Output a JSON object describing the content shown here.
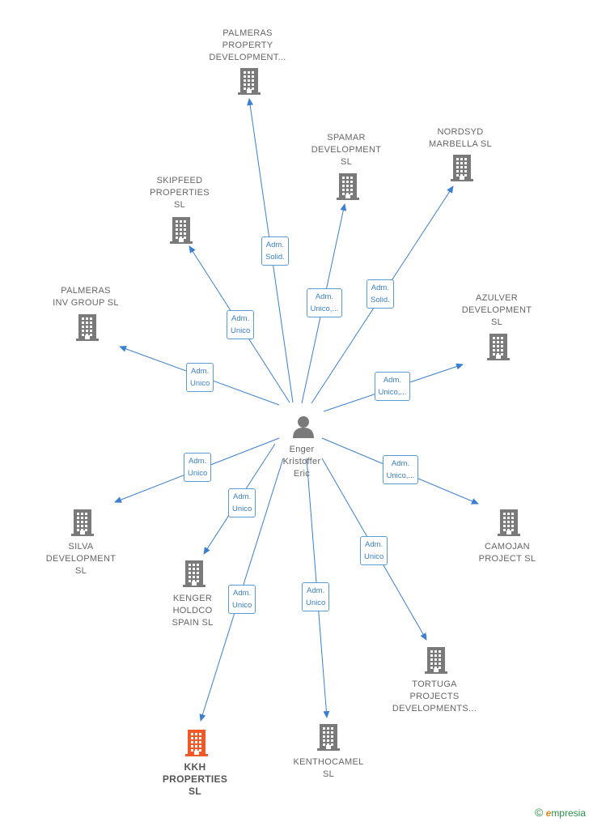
{
  "center": {
    "name_lines": [
      "Enger",
      "Kristoffer",
      "Eric"
    ]
  },
  "nodes": [
    {
      "id": "palmeras-property",
      "lines": [
        "PALMERAS",
        "PROPERTY",
        "DEVELOPMENT..."
      ]
    },
    {
      "id": "spamar",
      "lines": [
        "SPAMAR",
        "DEVELOPMENT",
        "SL"
      ]
    },
    {
      "id": "nordsyd",
      "lines": [
        "NORDSYD",
        "MARBELLA  SL"
      ]
    },
    {
      "id": "skipfeed",
      "lines": [
        "SKIPFEED",
        "PROPERTIES",
        "SL"
      ]
    },
    {
      "id": "palmeras-inv",
      "lines": [
        "PALMERAS",
        "INV GROUP  SL"
      ]
    },
    {
      "id": "azulver",
      "lines": [
        "AZULVER",
        "DEVELOPMENT",
        "SL"
      ]
    },
    {
      "id": "silva",
      "lines": [
        "SILVA",
        "DEVELOPMENT",
        "SL"
      ]
    },
    {
      "id": "camojan",
      "lines": [
        "CAMOJAN",
        "PROJECT  SL"
      ]
    },
    {
      "id": "kenger",
      "lines": [
        "KENGER",
        "HOLDCO",
        "SPAIN  SL"
      ]
    },
    {
      "id": "tortuga",
      "lines": [
        "TORTUGA",
        "PROJECTS",
        "DEVELOPMENTS..."
      ]
    },
    {
      "id": "kenthocamel",
      "lines": [
        "KENTHOCAMEL",
        "SL"
      ]
    },
    {
      "id": "kkh",
      "lines": [
        "KKH",
        "PROPERTIES",
        "SL"
      ],
      "highlight": true
    }
  ],
  "edges": [
    {
      "to": "palmeras-property",
      "lines": [
        "Adm.",
        "Solid."
      ]
    },
    {
      "to": "spamar",
      "lines": [
        "Adm.",
        "Unico,..."
      ]
    },
    {
      "to": "nordsyd",
      "lines": [
        "Adm.",
        "Solid."
      ]
    },
    {
      "to": "skipfeed",
      "lines": [
        "Adm.",
        "Unico"
      ]
    },
    {
      "to": "palmeras-inv",
      "lines": [
        "Adm.",
        "Unico"
      ]
    },
    {
      "to": "azulver",
      "lines": [
        "Adm.",
        "Unico,..."
      ]
    },
    {
      "to": "silva",
      "lines": [
        "Adm.",
        "Unico"
      ]
    },
    {
      "to": "camojan",
      "lines": [
        "Adm.",
        "Unico,..."
      ]
    },
    {
      "to": "kenger",
      "lines": [
        "Adm.",
        "Unico"
      ]
    },
    {
      "to": "tortuga",
      "lines": [
        "Adm.",
        "Unico"
      ]
    },
    {
      "to": "kenthocamel",
      "lines": [
        "Adm.",
        "Unico"
      ]
    },
    {
      "to": "kkh",
      "lines": [
        "Adm.",
        "Unico"
      ]
    }
  ],
  "colors": {
    "edge": "#3a7fd0",
    "building": "#7a7a7a",
    "highlight": "#f05a28",
    "person": "#7a7a7a"
  },
  "footer": {
    "symbol": "©",
    "brand_initial": "e",
    "brand_rest": "mpresia"
  }
}
